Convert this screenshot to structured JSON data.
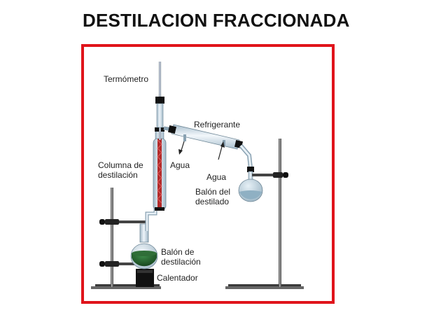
{
  "title": "DESTILACION FRACCIONADA",
  "labels": {
    "thermometer": "Termómetro",
    "condenser": "Refrigerante",
    "column_line1": "Columna de",
    "column_line2": "destilación",
    "water_in": "Agua",
    "water_out": "Agua",
    "receiver_line1": "Balón del",
    "receiver_line2": "destilado",
    "flask_line1": "Balón de",
    "flask_line2": "destilación",
    "heater": "Calentador"
  },
  "colors": {
    "frame": "#e0141b",
    "glass": "#d7e6f0",
    "packing": "#b22a2a",
    "flask_liquid": "#1f5e2a",
    "distillate": "#b9d0dc"
  }
}
